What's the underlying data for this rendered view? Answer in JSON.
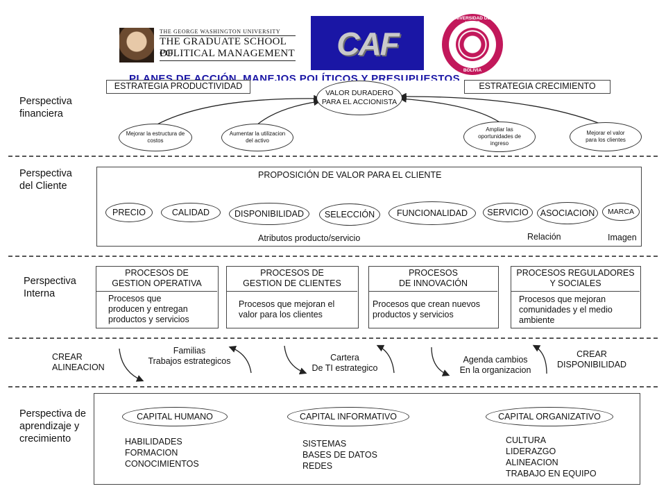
{
  "header": {
    "gwu_line1": "THE GEORGE WASHINGTON UNIVERSITY",
    "gwu_line2": "THE GRADUATE SCHOOL OF",
    "gwu_line3": "POLITICAL MANAGEMENT",
    "caf_logo": "CAF",
    "uv_top": "UNIVERSIDAD DEL VALLE",
    "uv_bottom": "BOLIVIA",
    "obscured_title": "PLANES DE ACCIÓN, MANEJOS POLÍTICOS Y PRESUPUESTOS"
  },
  "financiera": {
    "label": "Perspectiva\nfinanciera",
    "strategy_left": "ESTRATEGIA PRODUCTIVIDAD",
    "strategy_right": "ESTRATEGIA CRECIMIENTO",
    "center": "VALOR DURADERO\nPARA EL ACCIONISTA",
    "oval1": "Mejorar la estructura de\ncostos",
    "oval2": "Aumentar la utilizacion\ndel activo",
    "oval3": "Ampliar las\noportunidades de\ningreso",
    "oval4": "Mejorar el valor\npara los clientes"
  },
  "cliente": {
    "label": "Perspectiva\ndel Cliente",
    "title": "PROPOSICIÓN DE VALOR PARA EL CLIENTE",
    "attrs": [
      "PRECIO",
      "CALIDAD",
      "DISPONIBILIDAD",
      "SELECCIÓN",
      "FUNCIONALIDAD",
      "SERVICIO",
      "ASOCIACION",
      "MARCA"
    ],
    "foot_attributes": "Atributos producto/servicio",
    "foot_relation": "Relación",
    "foot_image": "Imagen"
  },
  "interna": {
    "label": "Perspectiva\nInterna",
    "processes": [
      {
        "title": "PROCESOS DE\nGESTION OPERATIVA",
        "body": "Procesos que\nproducen y entregan\nproductos y servicios"
      },
      {
        "title": "PROCESOS DE\nGESTION DE CLIENTES",
        "body": "Procesos que mejoran el\nvalor para los clientes"
      },
      {
        "title": "PROCESOS\nDE INNOVACIÓN",
        "body": "Procesos que crean nuevos\nproductos y servicios"
      },
      {
        "title": "PROCESOS REGULADORES\nY SOCIALES",
        "body": "Procesos que mejoran\ncomunidades y el medio\nambiente"
      }
    ]
  },
  "alineacion": {
    "left": "CREAR\nALINEACION",
    "c1": "Familias\nTrabajos estrategicos",
    "c2": "Cartera\nDe TI estrategico",
    "c3": "Agenda cambios\nEn la organizacion",
    "right": "CREAR\nDISPONIBILIDAD"
  },
  "aprendizaje": {
    "label": "Perspectiva de\naprendizaje y\ncrecimiento",
    "capitals": [
      {
        "name": "CAPITAL HUMANO",
        "items": "HABILIDADES\nFORMACION\nCONOCIMIENTOS"
      },
      {
        "name": "CAPITAL INFORMATIVO",
        "items": "SISTEMAS\nBASES DE DATOS\nREDES"
      },
      {
        "name": "CAPITAL ORGANIZATIVO",
        "items": "CULTURA\nLIDERAZGO\nALINEACION\nTRABAJO EN EQUIPO"
      }
    ]
  }
}
